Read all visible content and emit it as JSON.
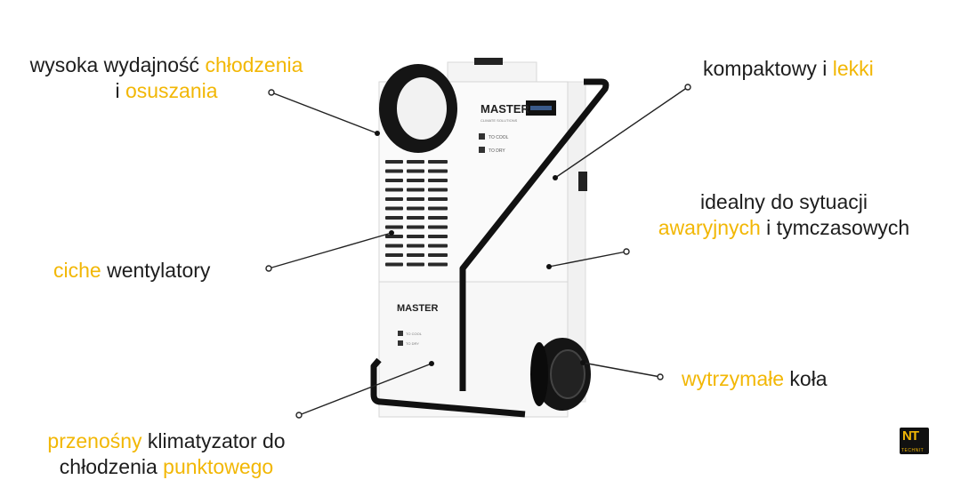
{
  "callouts": {
    "cooling": {
      "p1": "wysoka wydajność ",
      "h1": "chłodzenia",
      "p2": "i ",
      "h2": "osuszania"
    },
    "compact": {
      "p1": "kompaktowy i ",
      "h1": "lekki"
    },
    "emergency": {
      "p1": "idealny do sytuacji",
      "h1": "awaryjnych",
      "p2": " i tymczasowych"
    },
    "quiet": {
      "h1": "ciche",
      "p1": " wentylatory"
    },
    "wheels": {
      "h1": "wytrzymałe",
      "p1": " koła"
    },
    "portable": {
      "h1": "przenośny",
      "p1": " klimatyzator do",
      "p2": "chłodzenia ",
      "h2": "punktowego"
    }
  },
  "product": {
    "brand": "MASTER",
    "brand_sub": "CLIMATE SOLUTIONS",
    "mode_cool": "TO COOL",
    "mode_dry": "TO DRY"
  },
  "badge": {
    "mark": "NT",
    "sub": "TECHNIT"
  },
  "colors": {
    "accent": "#f2b705",
    "text": "#1d1d1d",
    "frame": "#111111"
  }
}
